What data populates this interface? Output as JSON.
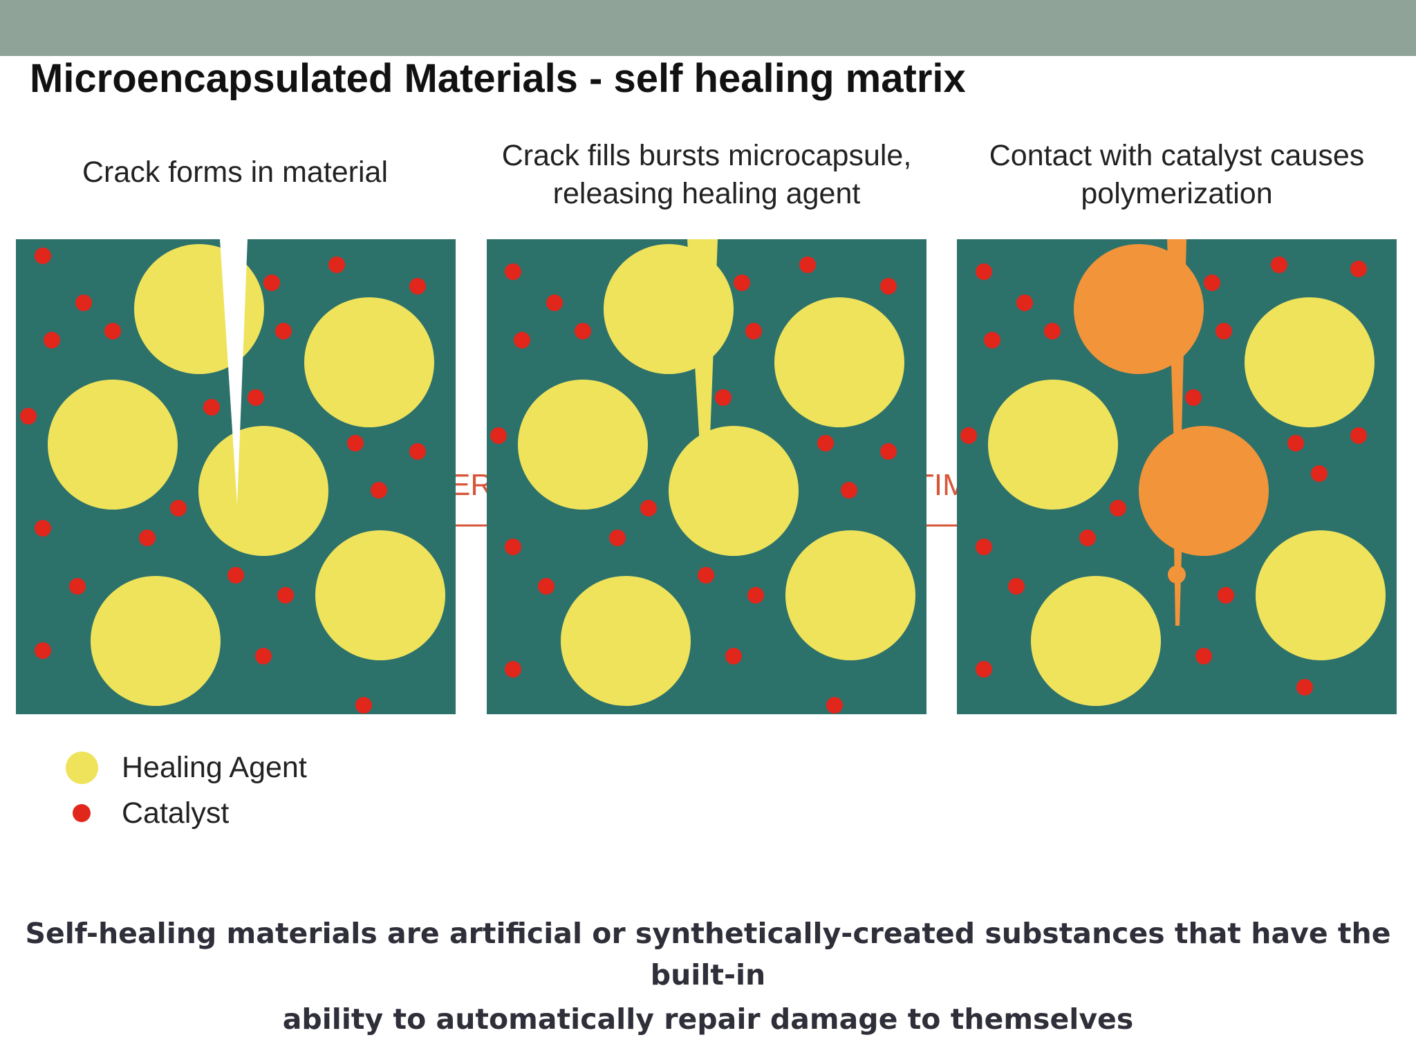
{
  "slide": {
    "title": "Microencapsulated Materials - self healing matrix"
  },
  "captions": [
    {
      "line1": "Crack forms in material",
      "line2": ""
    },
    {
      "line1": "Crack fills bursts microcapsule,",
      "line2": "releasing healing agent"
    },
    {
      "line1": "Contact with catalyst causes",
      "line2": "polymerization"
    }
  ],
  "background_fragments": {
    "left": "ER",
    "right": "TIM"
  },
  "legend": {
    "healing_agent": "Healing Agent",
    "catalyst": "Catalyst"
  },
  "summary": {
    "line1": "Self-healing materials are artificial or synthetically-created substances that have the built-in",
    "line2": "ability to automatically repair damage to themselves"
  },
  "colors": {
    "header_band": "#8fa398",
    "matrix": "#2d716b",
    "healing_agent": "#efe35c",
    "catalyst": "#e1261c",
    "polymerized": "#f2943a",
    "crack": "#ffffff",
    "arrow": "#d8553a"
  }
}
